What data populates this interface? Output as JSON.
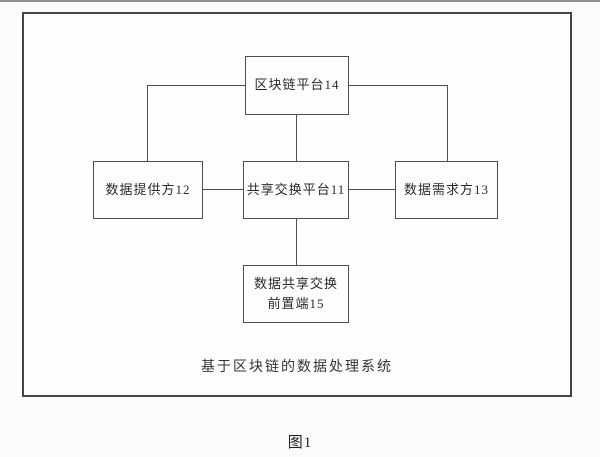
{
  "figure": {
    "caption": "基于区块链的数据处理系统",
    "label": "图1"
  },
  "nodes": {
    "blockchain_platform": {
      "label": "区块链平台14"
    },
    "data_provider": {
      "label": "数据提供方12"
    },
    "exchange_platform": {
      "label": "共享交换平台11"
    },
    "data_demander": {
      "label": "数据需求方13"
    },
    "front_end": {
      "label": "数据共享交换\n前置端15"
    }
  },
  "edges": [
    {
      "from": "区块链平台14",
      "to": "数据提供方12"
    },
    {
      "from": "区块链平台14",
      "to": "数据需求方13"
    },
    {
      "from": "区块链平台14",
      "to": "共享交换平台11"
    },
    {
      "from": "数据提供方12",
      "to": "共享交换平台11"
    },
    {
      "from": "共享交换平台11",
      "to": "数据需求方13"
    },
    {
      "from": "共享交换平台11",
      "to": "数据共享交换前置端15"
    }
  ],
  "colors": {
    "frame_border": "#454545",
    "node_border": "#4e4e4e",
    "edge_line": "#4e4e4e",
    "text": "#2b2b2b",
    "background": "#fbfbfb",
    "top_strip": "#8e8e8e"
  }
}
